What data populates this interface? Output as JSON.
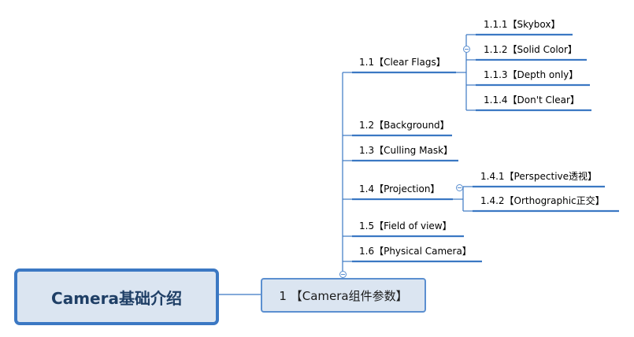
{
  "root": {
    "label": "Camera基础介绍"
  },
  "main_topic": {
    "label": "1 【Camera组件参数】"
  },
  "subtopics": [
    {
      "label": "1.1【Clear Flags】"
    },
    {
      "label": "1.2【Background】"
    },
    {
      "label": "1.3【Culling Mask】"
    },
    {
      "label": "1.4【Projection】"
    },
    {
      "label": "1.5【Field of view】"
    },
    {
      "label": "1.6【Physical Camera】"
    }
  ],
  "clear_flags_children": [
    {
      "label": "1.1.1【Skybox】"
    },
    {
      "label": "1.1.2【Solid Color】"
    },
    {
      "label": "1.1.3【Depth only】"
    },
    {
      "label": "1.1.4【Don't Clear】"
    }
  ],
  "projection_children": [
    {
      "label": "1.4.1【Perspective透视】"
    },
    {
      "label": "1.4.2【Orthographic正交】"
    }
  ],
  "colors": {
    "line": "#3b78c3",
    "node_fill": "#dbe5f1",
    "root_border": "#3b78c3"
  }
}
